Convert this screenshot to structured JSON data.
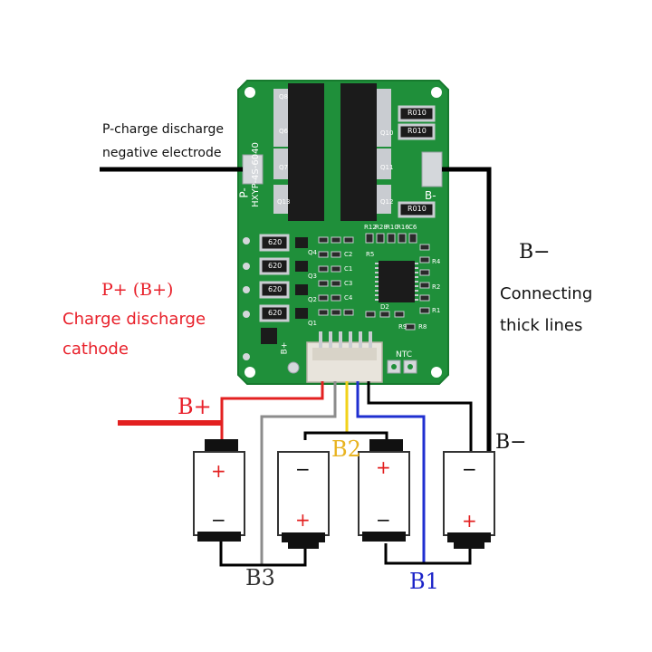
{
  "board": {
    "model": "HXYP-4S-6040",
    "pad_p": "P-",
    "pad_b": "B-",
    "pad_bplus": "B+",
    "ntc": "NTC",
    "shunts": [
      "R010",
      "R010",
      "R010"
    ],
    "resistors": [
      "620",
      "620",
      "620",
      "620"
    ],
    "mosfet_labels": [
      "Q8",
      "Q6",
      "Q7",
      "Q13",
      "Q10",
      "Q11",
      "Q12"
    ],
    "small_labels": [
      "R12",
      "R28",
      "R10",
      "R16",
      "C6",
      "R4",
      "R2",
      "R1",
      "D2",
      "R9",
      "R8",
      "R5",
      "C2",
      "C1",
      "C3",
      "C4",
      "Q4",
      "Q3",
      "Q2",
      "Q1"
    ],
    "colors": {
      "pcb": "#1f8f3a",
      "pcb_edge": "#177a2e",
      "silk": "#ffffff",
      "metal": "#c9ccd1",
      "chip": "#1b1b1b"
    }
  },
  "labels": {
    "p_charge_line1": "P-charge discharge",
    "p_charge_line2": "negative electrode",
    "p_plus": "P+ (B+)",
    "charge_discharge": "Charge discharge",
    "cathode": "cathode",
    "b_minus": "B−",
    "connecting": "Connecting",
    "thick_lines": "thick lines",
    "b_plus_wire": "B+",
    "b2": "B2",
    "b_minus_wire": "B−",
    "b3": "B3",
    "b1": "B1"
  },
  "cells": [
    {
      "top": "+",
      "bottom": "−"
    },
    {
      "top": "−",
      "bottom": "+"
    },
    {
      "top": "+",
      "bottom": "−"
    },
    {
      "top": "−",
      "bottom": "+"
    }
  ],
  "colors": {
    "red_label": "#e8202a",
    "red_wire": "#e32020",
    "black_wire": "#000000",
    "grey_wire": "#8c8c8c",
    "yellow_wire": "#f2d21a",
    "blue_wire": "#1f2fd0",
    "b2_text": "#e8b320",
    "b1_text": "#1a22c8",
    "b3_text": "#333333",
    "text": "#111111"
  }
}
